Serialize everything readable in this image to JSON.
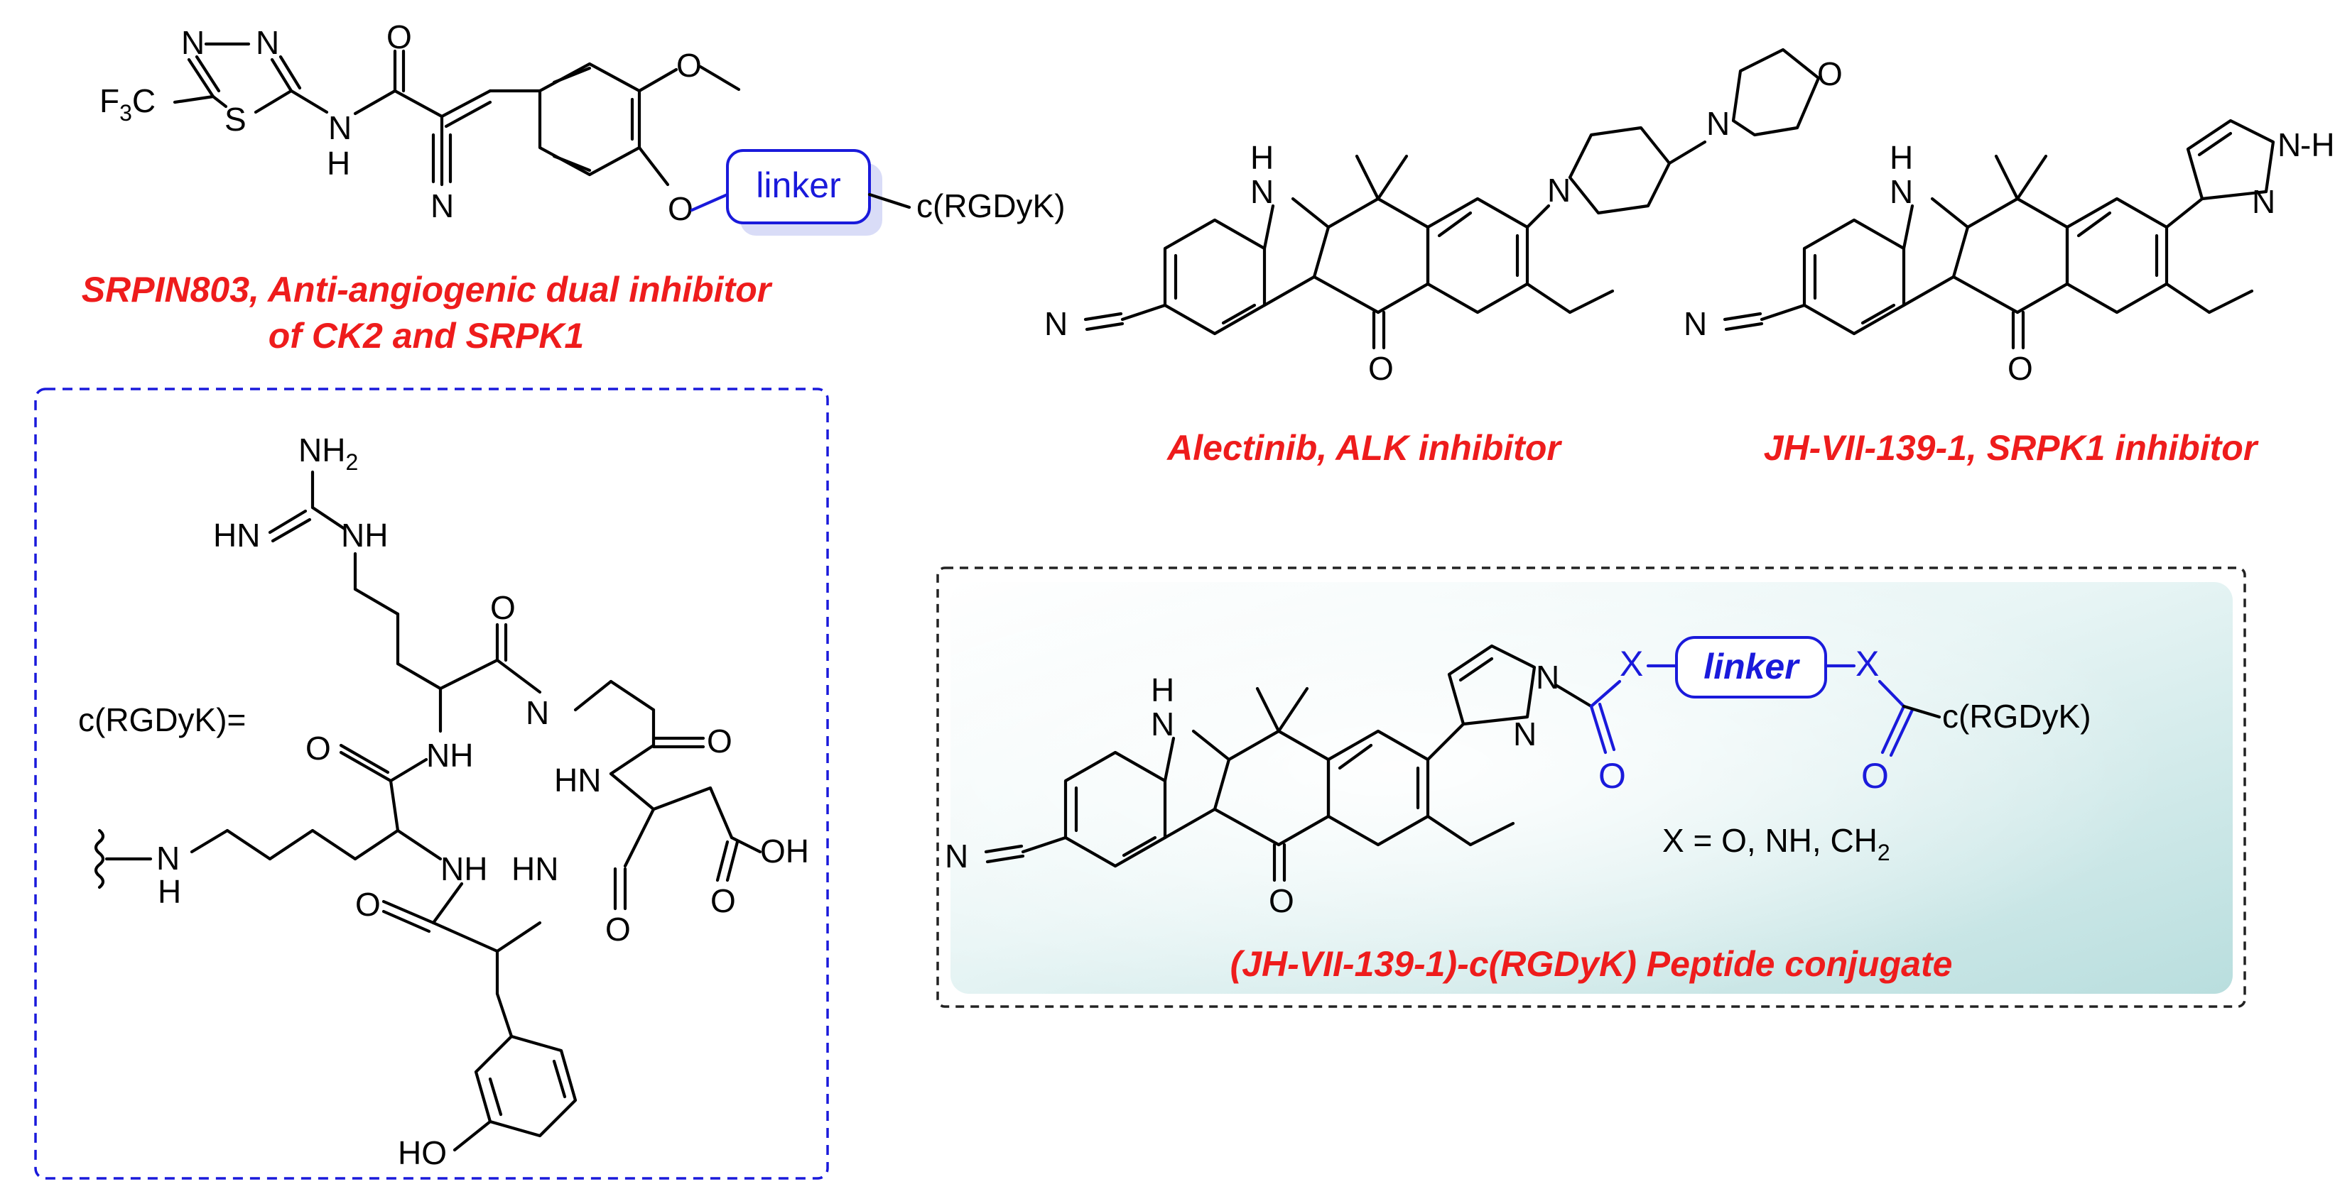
{
  "labels": {
    "rgd_tail": "c(RGDyK)",
    "linker_a": "linker",
    "linker_b": "linker",
    "rgd_def": "c(RGDyK)=",
    "rgd_conj": "c(RGDyK)",
    "x_def": "X = O, NH, CH",
    "x_def_sub": "2"
  },
  "captions": {
    "srpin_line1": "SRPIN803, Anti-angiogenic dual inhibitor",
    "srpin_line2": "of CK2 and SRPK1",
    "alectinib": "Alectinib, ALK inhibitor",
    "jh": "JH-VII-139-1, SRPK1 inhibitor",
    "conjugate": "(JH-VII-139-1)-c(RGDyK) Peptide conjugate"
  },
  "colors": {
    "caption": "#ee1c1c",
    "linker": "#1a1adb",
    "panel_bg": "#c9e6e6",
    "bonds": "#000000"
  }
}
